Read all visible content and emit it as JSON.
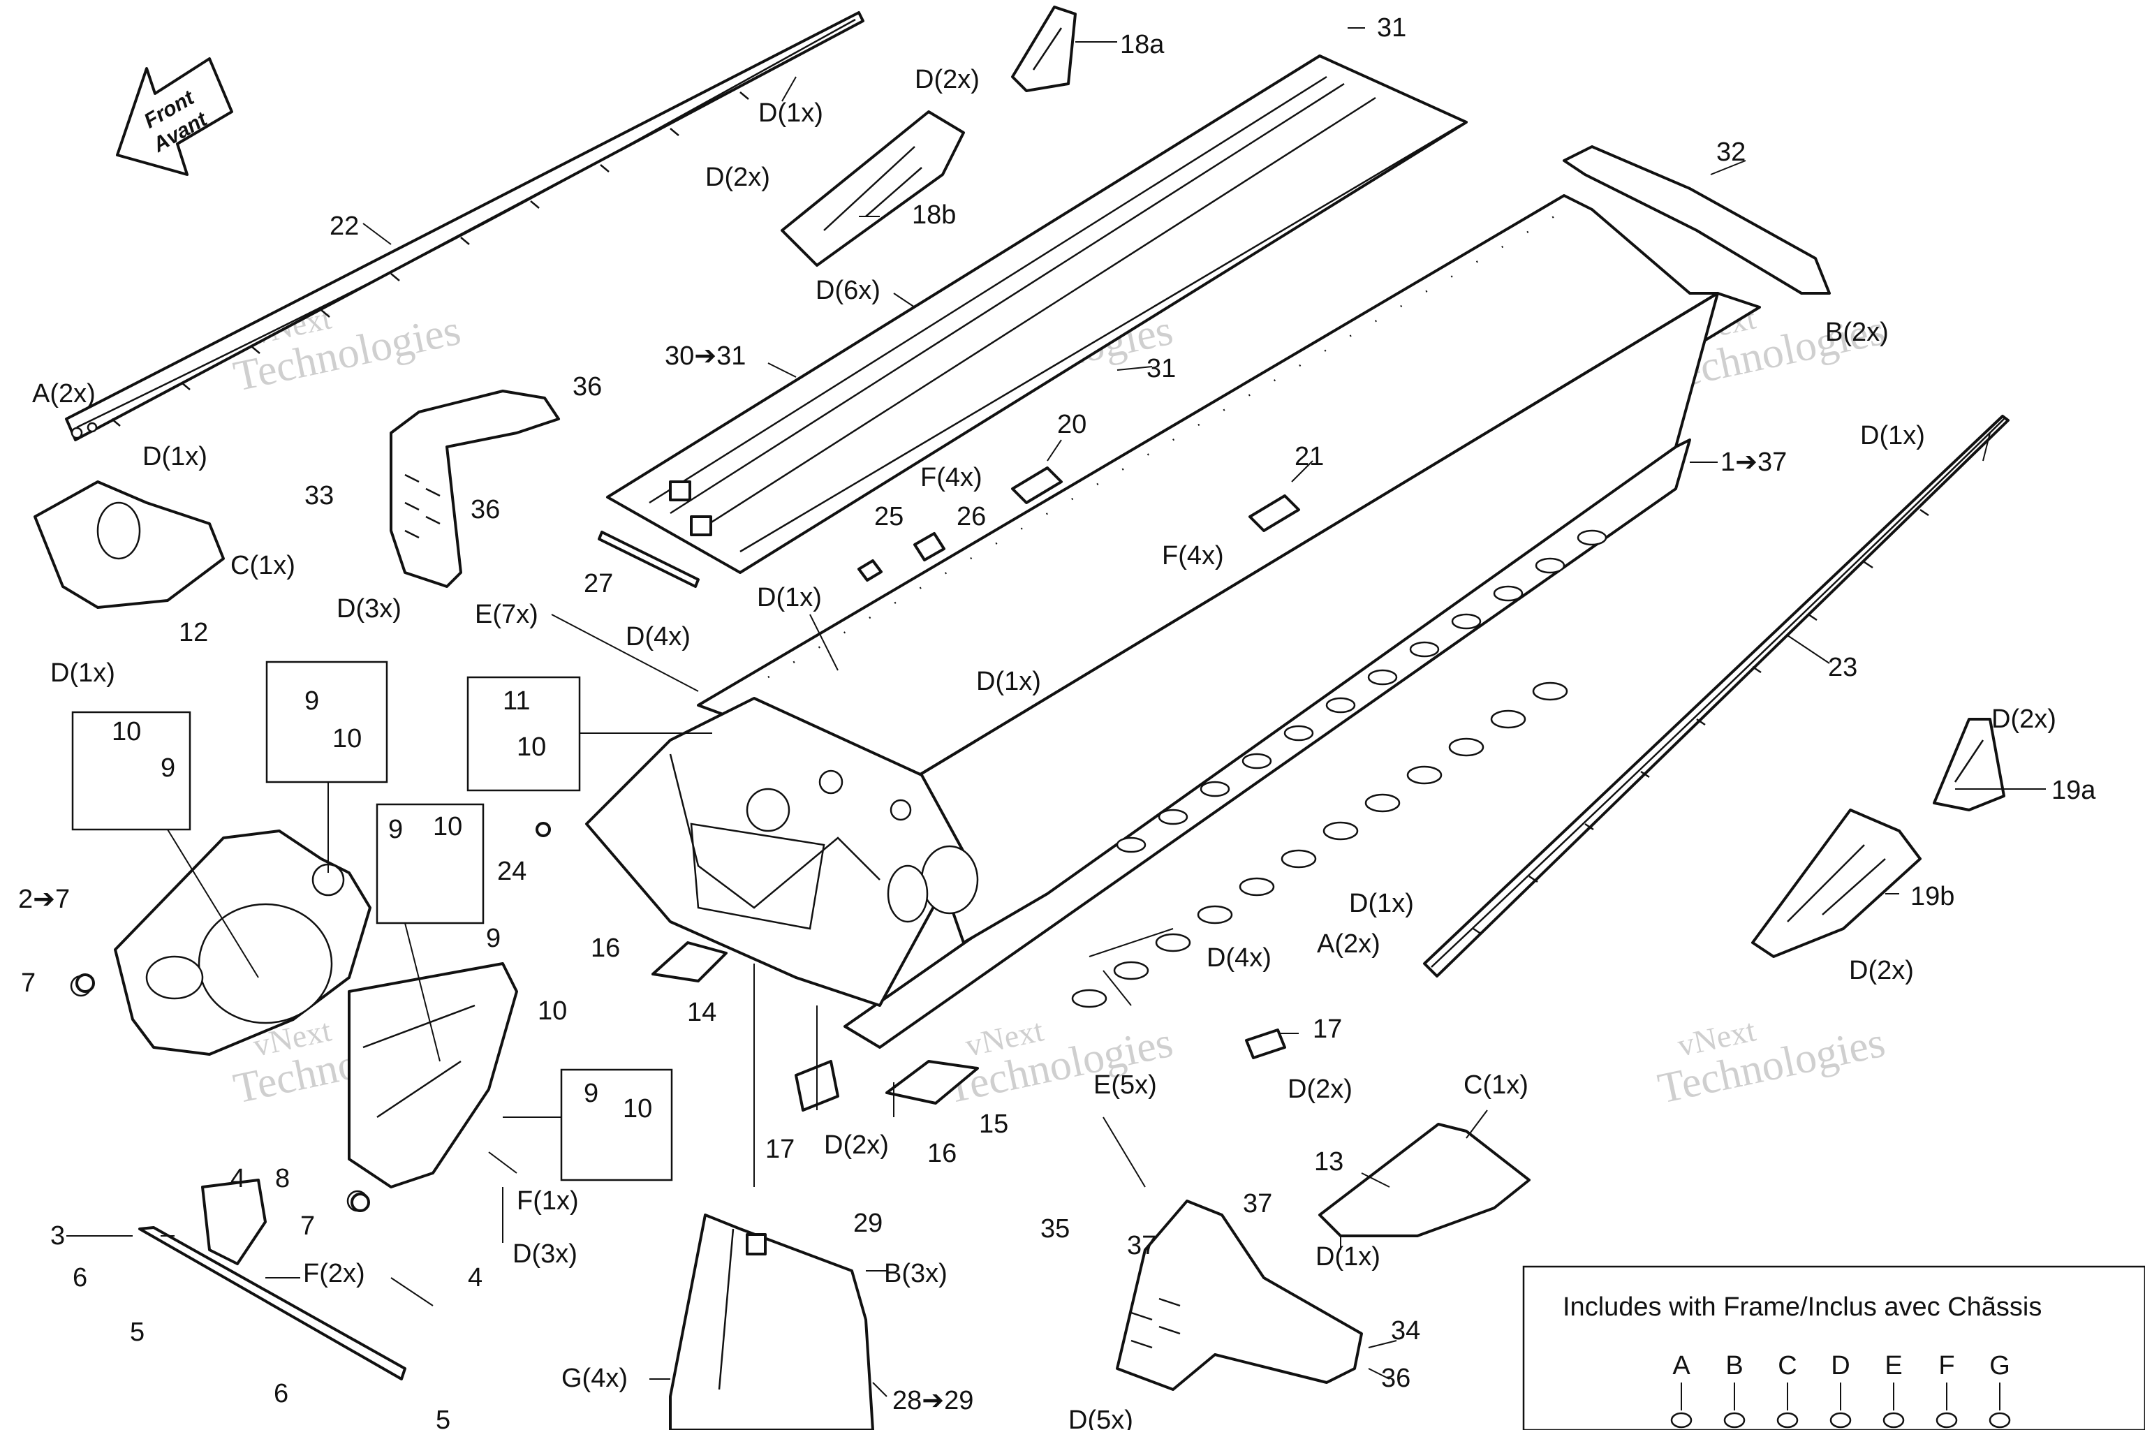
{
  "front_arrow": {
    "line1": "Front",
    "line2": "Avant"
  },
  "watermark": {
    "line1": "vNext",
    "line2": "Technologies"
  },
  "labels": [
    {
      "id": "l22",
      "text": "22"
    },
    {
      "id": "l_d1_top",
      "text": "D(1x)"
    },
    {
      "id": "l_a2_left",
      "text": "A(2x)"
    },
    {
      "id": "l_d1_left",
      "text": "D(1x)"
    },
    {
      "id": "l12",
      "text": "12"
    },
    {
      "id": "l_c1_left",
      "text": "C(1x)"
    },
    {
      "id": "l_d1_12",
      "text": "D(1x)"
    },
    {
      "id": "l33",
      "text": "33"
    },
    {
      "id": "l36a",
      "text": "36"
    },
    {
      "id": "l36b",
      "text": "36"
    },
    {
      "id": "l_d3_33",
      "text": "D(3x)"
    },
    {
      "id": "l18a",
      "text": "18a"
    },
    {
      "id": "l_d2_18a",
      "text": "D(2x)"
    },
    {
      "id": "l18b",
      "text": "18b"
    },
    {
      "id": "l_d2_18b",
      "text": "D(2x)"
    },
    {
      "id": "l_d6",
      "text": "D(6x)"
    },
    {
      "id": "l31a",
      "text": "31"
    },
    {
      "id": "l30",
      "text": "30➔31"
    },
    {
      "id": "l31b",
      "text": "31"
    },
    {
      "id": "l27",
      "text": "27"
    },
    {
      "id": "l32",
      "text": "32"
    },
    {
      "id": "l_b2",
      "text": "B(2x)"
    },
    {
      "id": "l20",
      "text": "20"
    },
    {
      "id": "l_f4a",
      "text": "F(4x)"
    },
    {
      "id": "l21",
      "text": "21"
    },
    {
      "id": "l_f4b",
      "text": "F(4x)"
    },
    {
      "id": "l25",
      "text": "25"
    },
    {
      "id": "l26",
      "text": "26"
    },
    {
      "id": "l1",
      "text": "1➔37"
    },
    {
      "id": "l_d1_23",
      "text": "D(1x)"
    },
    {
      "id": "l23",
      "text": "23"
    },
    {
      "id": "l_d1_mid",
      "text": "D(1x)"
    },
    {
      "id": "l_e7",
      "text": "E(7x)"
    },
    {
      "id": "l_d4a",
      "text": "D(4x)"
    },
    {
      "id": "l_d1_mid2",
      "text": "D(1x)"
    },
    {
      "id": "l24",
      "text": "24"
    },
    {
      "id": "l_d4b",
      "text": "D(4x)"
    },
    {
      "id": "l_d1_a",
      "text": "D(1x)"
    },
    {
      "id": "l_a2_right",
      "text": "A(2x)"
    },
    {
      "id": "l_d2_19a",
      "text": "D(2x)"
    },
    {
      "id": "l19a",
      "text": "19a"
    },
    {
      "id": "l19b",
      "text": "19b"
    },
    {
      "id": "l_d2_19b",
      "text": "D(2x)"
    },
    {
      "id": "l2",
      "text": "2➔7"
    },
    {
      "id": "l7a",
      "text": "7"
    },
    {
      "id": "l7b",
      "text": "7"
    },
    {
      "id": "l9a",
      "text": "9"
    },
    {
      "id": "l10a",
      "text": "10"
    },
    {
      "id": "l10b",
      "text": "10"
    },
    {
      "id": "l9b",
      "text": "9"
    },
    {
      "id": "l11",
      "text": "11"
    },
    {
      "id": "l10c",
      "text": "10"
    },
    {
      "id": "l9c",
      "text": "9"
    },
    {
      "id": "l10d",
      "text": "10"
    },
    {
      "id": "l9d",
      "text": "9"
    },
    {
      "id": "l10e",
      "text": "10"
    },
    {
      "id": "l9e",
      "text": "9"
    },
    {
      "id": "l10f",
      "text": "10"
    },
    {
      "id": "l16a",
      "text": "16"
    },
    {
      "id": "l14",
      "text": "14"
    },
    {
      "id": "l17a",
      "text": "17"
    },
    {
      "id": "l_d2_17a",
      "text": "D(2x)"
    },
    {
      "id": "l16b",
      "text": "16"
    },
    {
      "id": "l15",
      "text": "15"
    },
    {
      "id": "l_e5",
      "text": "E(5x)"
    },
    {
      "id": "l17b",
      "text": "17"
    },
    {
      "id": "l_d2_17b",
      "text": "D(2x)"
    },
    {
      "id": "l4a",
      "text": "4"
    },
    {
      "id": "l8",
      "text": "8"
    },
    {
      "id": "l3",
      "text": "3"
    },
    {
      "id": "l6a",
      "text": "6"
    },
    {
      "id": "l_f2",
      "text": "F(2x)"
    },
    {
      "id": "l5a",
      "text": "5"
    },
    {
      "id": "l6b",
      "text": "6"
    },
    {
      "id": "l5b",
      "text": "5"
    },
    {
      "id": "l4b",
      "text": "4"
    },
    {
      "id": "l_f1",
      "text": "F(1x)"
    },
    {
      "id": "l_d3_b",
      "text": "D(3x)"
    },
    {
      "id": "l29",
      "text": "29"
    },
    {
      "id": "l_b3",
      "text": "B(3x)"
    },
    {
      "id": "l_g4",
      "text": "G(4x)"
    },
    {
      "id": "l28",
      "text": "28➔29"
    },
    {
      "id": "l35",
      "text": "35"
    },
    {
      "id": "l37a",
      "text": "37"
    },
    {
      "id": "l37b",
      "text": "37"
    },
    {
      "id": "l_d5",
      "text": "D(5x)"
    },
    {
      "id": "l34",
      "text": "34"
    },
    {
      "id": "l36c",
      "text": "36"
    },
    {
      "id": "l_c1_right",
      "text": "C(1x)"
    },
    {
      "id": "l13",
      "text": "13"
    },
    {
      "id": "l_d1_13",
      "text": "D(1x)"
    }
  ],
  "legend": {
    "title": "Includes with Frame/Inclus avec Chãssis",
    "letters": [
      "A",
      "B",
      "C",
      "D",
      "E",
      "F",
      "G"
    ]
  }
}
